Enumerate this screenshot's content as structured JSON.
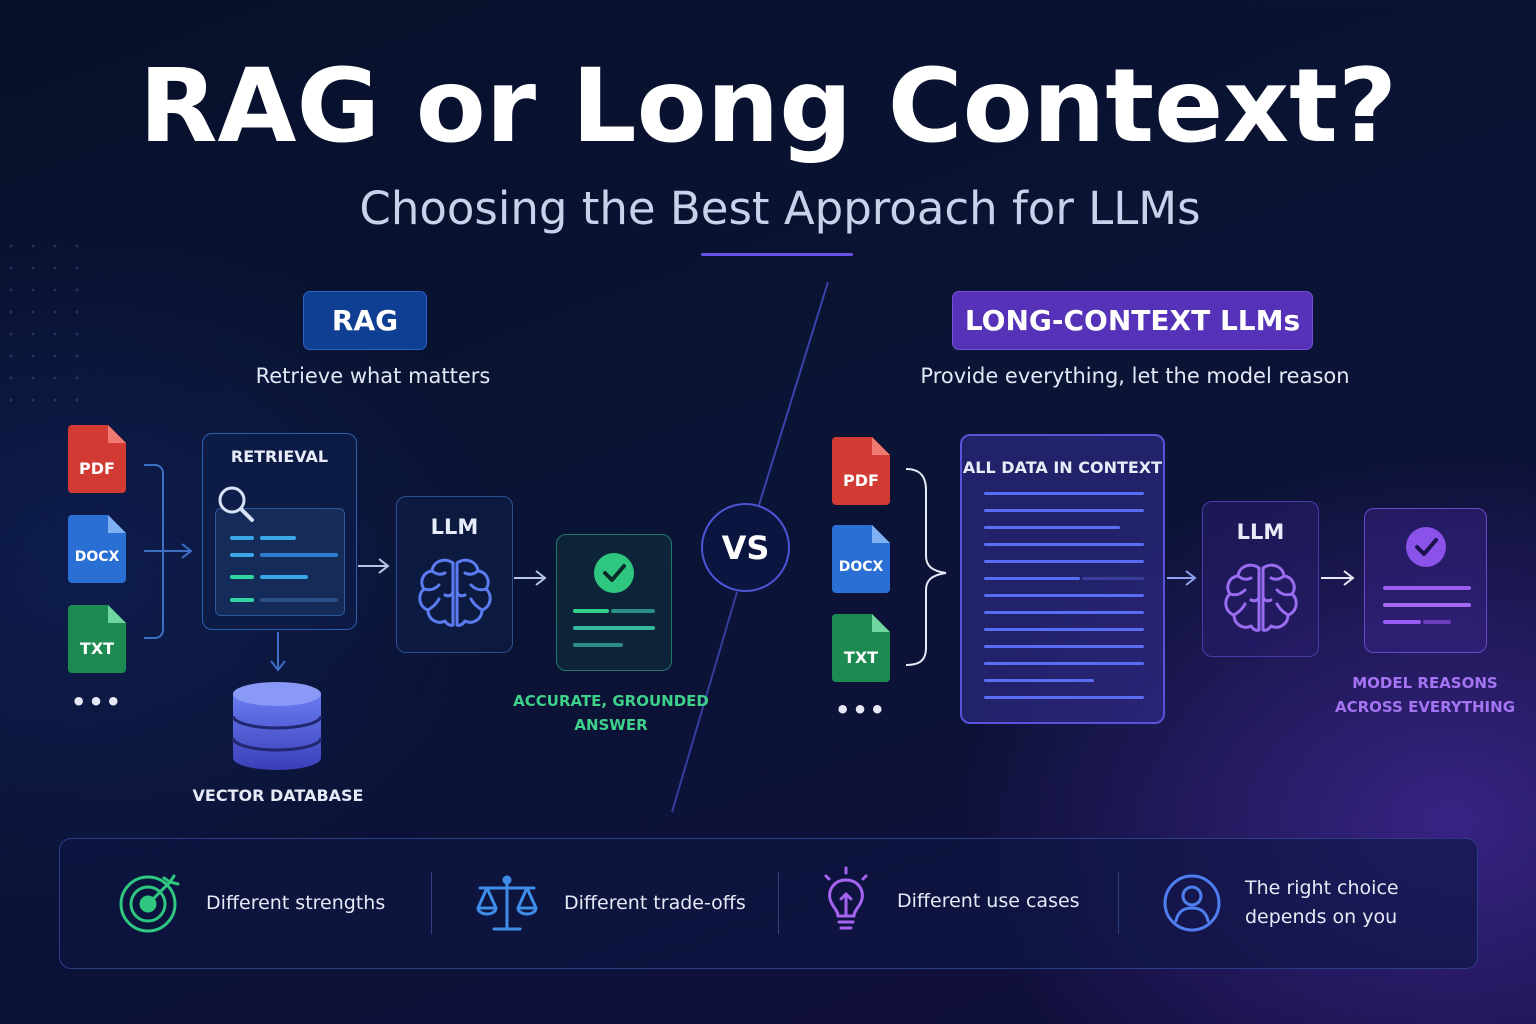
{
  "header": {
    "title": "RAG or Long Context?",
    "subtitle": "Choosing the Best Approach for LLMs"
  },
  "rag": {
    "badge": "RAG",
    "tagline": "Retrieve what matters",
    "files": [
      "PDF",
      "DOCX",
      "TXT"
    ],
    "more": "•••",
    "retrieval_label": "RETRIEVAL",
    "llm_label": "LLM",
    "database_label": "VECTOR DATABASE",
    "answer_label_line1": "ACCURATE, GROUNDED",
    "answer_label_line2": "ANSWER"
  },
  "vs": "VS",
  "long_context": {
    "badge": "LONG-CONTEXT LLMs",
    "tagline": "Provide everything, let the model reason",
    "files": [
      "PDF",
      "DOCX",
      "TXT"
    ],
    "more": "•••",
    "context_label": "ALL DATA IN CONTEXT",
    "llm_label": "LLM",
    "result_label_line1": "MODEL REASONS",
    "result_label_line2": "ACROSS EVERYTHING"
  },
  "features": [
    {
      "icon": "target-icon",
      "text": "Different strengths"
    },
    {
      "icon": "scale-icon",
      "text": "Different trade-offs"
    },
    {
      "icon": "lightbulb-icon",
      "text": "Different use cases"
    },
    {
      "icon": "user-icon",
      "line1": "The right choice",
      "line2": "depends on you"
    }
  ],
  "colors": {
    "pdf": "#d23b34",
    "docx": "#2a6fd4",
    "txt": "#1d8a52",
    "rag_accent": "#2a63c5",
    "long_context_accent": "#6a45d8",
    "grounded_green": "#3fd08a",
    "reason_purple": "#a574f2"
  }
}
